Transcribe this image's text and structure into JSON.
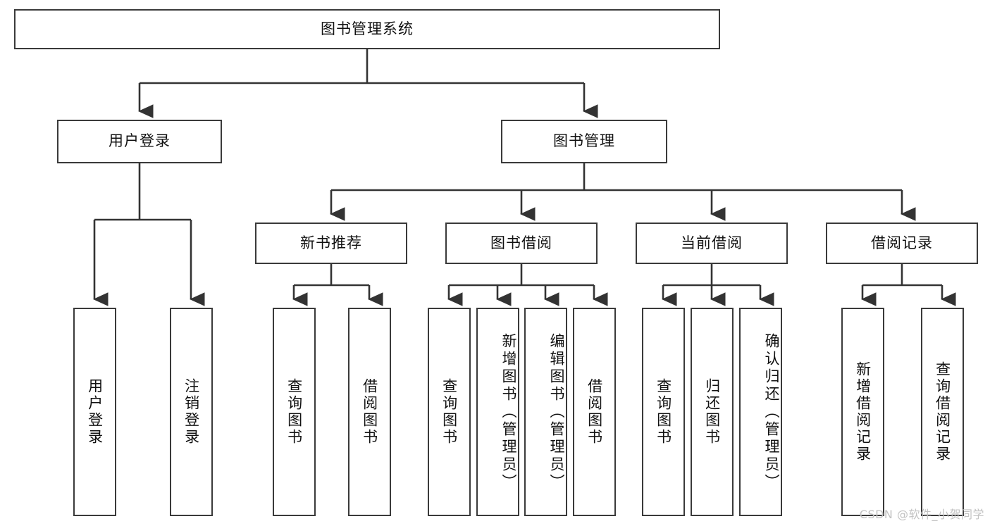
{
  "diagram": {
    "title": "图书管理系统",
    "type": "functional-structure-tree",
    "colors": {
      "box_border": "#3a3a3a",
      "box_fill": "#ffffff",
      "connector": "#333333",
      "text": "#111111",
      "watermark": "#c2c2c2"
    },
    "root": {
      "label": "图书管理系统"
    },
    "level2": [
      {
        "label": "用户登录"
      },
      {
        "label": "图书管理"
      }
    ],
    "level3": [
      {
        "label": "新书推荐"
      },
      {
        "label": "图书借阅"
      },
      {
        "label": "当前借阅"
      },
      {
        "label": "借阅记录"
      }
    ],
    "leaves": {
      "user_login": [
        {
          "label": "用户登录"
        },
        {
          "label": "注销登录"
        }
      ],
      "new_book_recommend": [
        {
          "label": "查询图书"
        },
        {
          "label": "借阅图书"
        }
      ],
      "book_borrow": [
        {
          "label": "查询图书"
        },
        {
          "label": "新增图书（管理员）"
        },
        {
          "label": "编辑图书（管理员）"
        },
        {
          "label": "借阅图书"
        }
      ],
      "current_borrow": [
        {
          "label": "查询图书"
        },
        {
          "label": "归还图书"
        },
        {
          "label": "确认归还（管理员）"
        }
      ],
      "borrow_record": [
        {
          "label": "新增借阅记录"
        },
        {
          "label": "查询借阅记录"
        }
      ]
    }
  },
  "watermark": {
    "text": "CSDN @软件_小贺同学"
  }
}
